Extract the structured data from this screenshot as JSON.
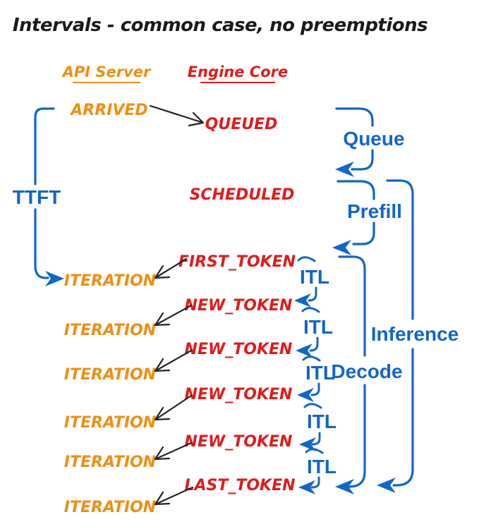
{
  "title": "Intervals - common case, no preemptions",
  "columns": {
    "api_server": "API Server",
    "engine_core": "Engine Core"
  },
  "events": {
    "arrived": "ARRIVED",
    "queued": "QUEUED",
    "scheduled": "SCHEDULED",
    "first_token": "FIRST_TOKEN",
    "new_token": "NEW_TOKEN",
    "last_token": "LAST_TOKEN",
    "iteration": "ITERATION"
  },
  "intervals": {
    "ttft": "TTFT",
    "queue": "Queue",
    "prefill": "Prefill",
    "itl": "ITL",
    "decode": "Decode",
    "inference": "Inference"
  },
  "colors": {
    "api_server_orange": "#EE8F14",
    "engine_core_red": "#E21B1B",
    "interval_blue": "#1266CB",
    "arrow_black": "#242424",
    "background": "#FFFFFF"
  }
}
